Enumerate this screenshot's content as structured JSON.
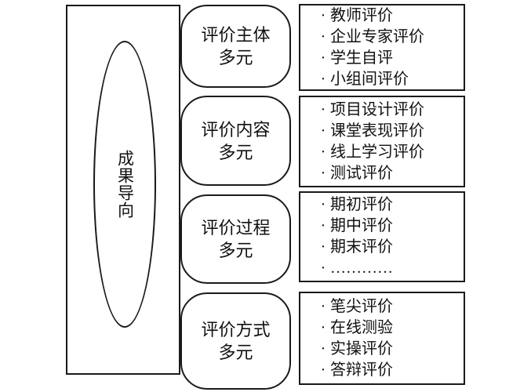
{
  "diagram": {
    "core": {
      "label": "成果导向"
    },
    "bullet": "·",
    "sections": [
      {
        "category_line1": "评价主体",
        "category_line2": "多元",
        "items": [
          "教师评价",
          "企业专家评价",
          "学生自评",
          "小组间评价"
        ]
      },
      {
        "category_line1": "评价内容",
        "category_line2": "多元",
        "items": [
          "项目设计评价",
          "课堂表现评价",
          "线上学习评价",
          "测试评价"
        ]
      },
      {
        "category_line1": "评价过程",
        "category_line2": "多元",
        "items": [
          "期初评价",
          "期中评价",
          "期末评价",
          "…………"
        ]
      },
      {
        "category_line1": "评价方式",
        "category_line2": "多元",
        "items": [
          "笔尖评价",
          "在线测验",
          "实操评价",
          "答辩评价"
        ]
      }
    ],
    "colors": {
      "line": "#1a1a1a",
      "text": "#111111",
      "background": "#ffffff"
    }
  }
}
